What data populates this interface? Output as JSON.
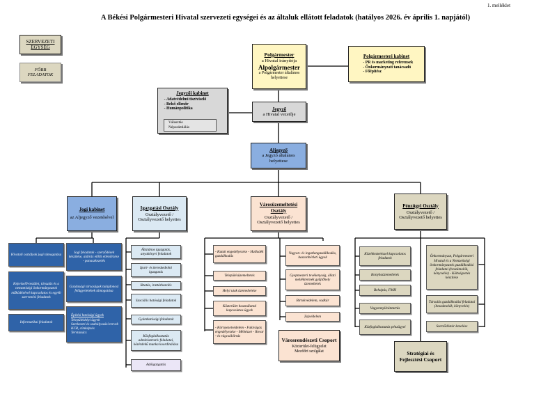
{
  "annex": "1. melléklet",
  "title": "A Békési Polgármesteri Hivatal szervezeti egységei és az általuk ellátott feladatok (hatályos 2026. év április 1. napjától)",
  "legend": {
    "unit": "SZERVEZETI EGYSÉG",
    "tasks": "FŐBB FELADATOK"
  },
  "mayor": {
    "title": "Polgármester",
    "sub": "a Hivatal irányítója",
    "vice_title": "Alpolgármester",
    "vice_sub": "a Polgármester általános helyettese"
  },
  "mayor_cabinet": {
    "title": "Polgármesteri kabinet",
    "items": [
      "PR és marketing referensek",
      "Önkormányzati tanácsadó",
      "Főépítész"
    ]
  },
  "notary_cabinet": {
    "title": "Jegyzői kabinet",
    "items": [
      "Adatvédelmi tisztviselő",
      "Belső ellenőr",
      "Humánpolitika"
    ],
    "sub_items": [
      "Választás",
      "Népszámlálás"
    ]
  },
  "notary": {
    "title": "Jegyző",
    "sub": "a Hivatal vezetője"
  },
  "deputy_notary": {
    "title": "Aljegyző",
    "sub": "a Jegyző általános helyettese"
  },
  "legal": {
    "title": "Jogi kabinet",
    "sub": "az Aljegyző vezetésével",
    "left_tasks": [
      "Hivatali osztályok jogi támogatása",
      "Képviselő-testület, társulás és a nemzetiségi önkormányzatok működésével kapcsolatos és egyéb szervezési feladatok",
      "Informatikai feladatok"
    ],
    "right_tasks": [
      "Jogi feladatok - szerződések készítése, aláírás előtti ellenőrzése - panaszkezelés",
      "Gazdasági társaságok tulajdonosi felügyeletének támogatása"
    ],
    "authority_title": "Építési hatósági ügyek",
    "authority_items": [
      "Településképi ügyek",
      "Szerkezeti és szabályozási tervek",
      "KCR, címképzés",
      "Tervtanács"
    ]
  },
  "admin": {
    "title": "Igazgatási Osztály",
    "sub": "Osztályvezető / Osztályvezető helyettes",
    "tasks": [
      "Általános igazgatás, anyakönyvi feladatok",
      "Ipari- és kereskedelmi igazgatás",
      "Iktatás, irattárkezelés",
      "Szociális hatósági feladatok",
      "Gyámhatósági feladatok",
      "Közfoglalkoztatás adminisztratív feladatai, közérdekű munka koordinálása",
      "Adóigazgatás"
    ]
  },
  "city": {
    "title": "Városüzemeltetési Osztály",
    "sub": "Osztályvezető / Osztályvezető helyettes",
    "left_tasks": [
      "- Kutak engedélyezése - Hulladék gazdálkodás",
      "Településüzemeltetés",
      "Helyi utak üzemeltetése",
      "Közterület használattal kapcsolatos ügyek",
      "- Környezetvédelem - Fakivágás engedélyezése - Méhészet - Rovar - és rágcsálóirtás"
    ],
    "right_tasks": [
      "Vagyon- és ingatlangazdálkodás, haszonbérleti ügyek",
      "Gyepmesteri tevékenység, állati melléktermék gyűjtőhely üzemeltetés",
      "Birtokvédelem, vadkár",
      "Zajvédelem"
    ],
    "group_title": "Városrendészeti Csoport",
    "group_items": [
      "Közterület-felügyelet",
      "Mezőőri szolgálat"
    ]
  },
  "finance": {
    "title": "Pénzügyi Osztály",
    "sub": "Osztályvezető / Osztályvezető helyettes",
    "left_tasks": [
      "Közétkeztetéssel kapcsolatos feladatok",
      "Konyhaüzemeltetés",
      "Behajtás, FMH",
      "Vagyonnyilvántartás",
      "Közfoglalkoztatás pénzügyei"
    ],
    "right_tasks": [
      "Önkormányzat, Polgármesteri Hivatal és a Nemzetiségi önkormányzatok gazdálkodási feladatai (beszámolók, könyvelés) - Költségvetés készítése",
      "Társulás gazdálkodási feladatai (beszámolók, könyvelés)",
      "Szerződéstár kezelése"
    ],
    "group_title": "Stratégiai és Fejlesztési Csoport"
  }
}
